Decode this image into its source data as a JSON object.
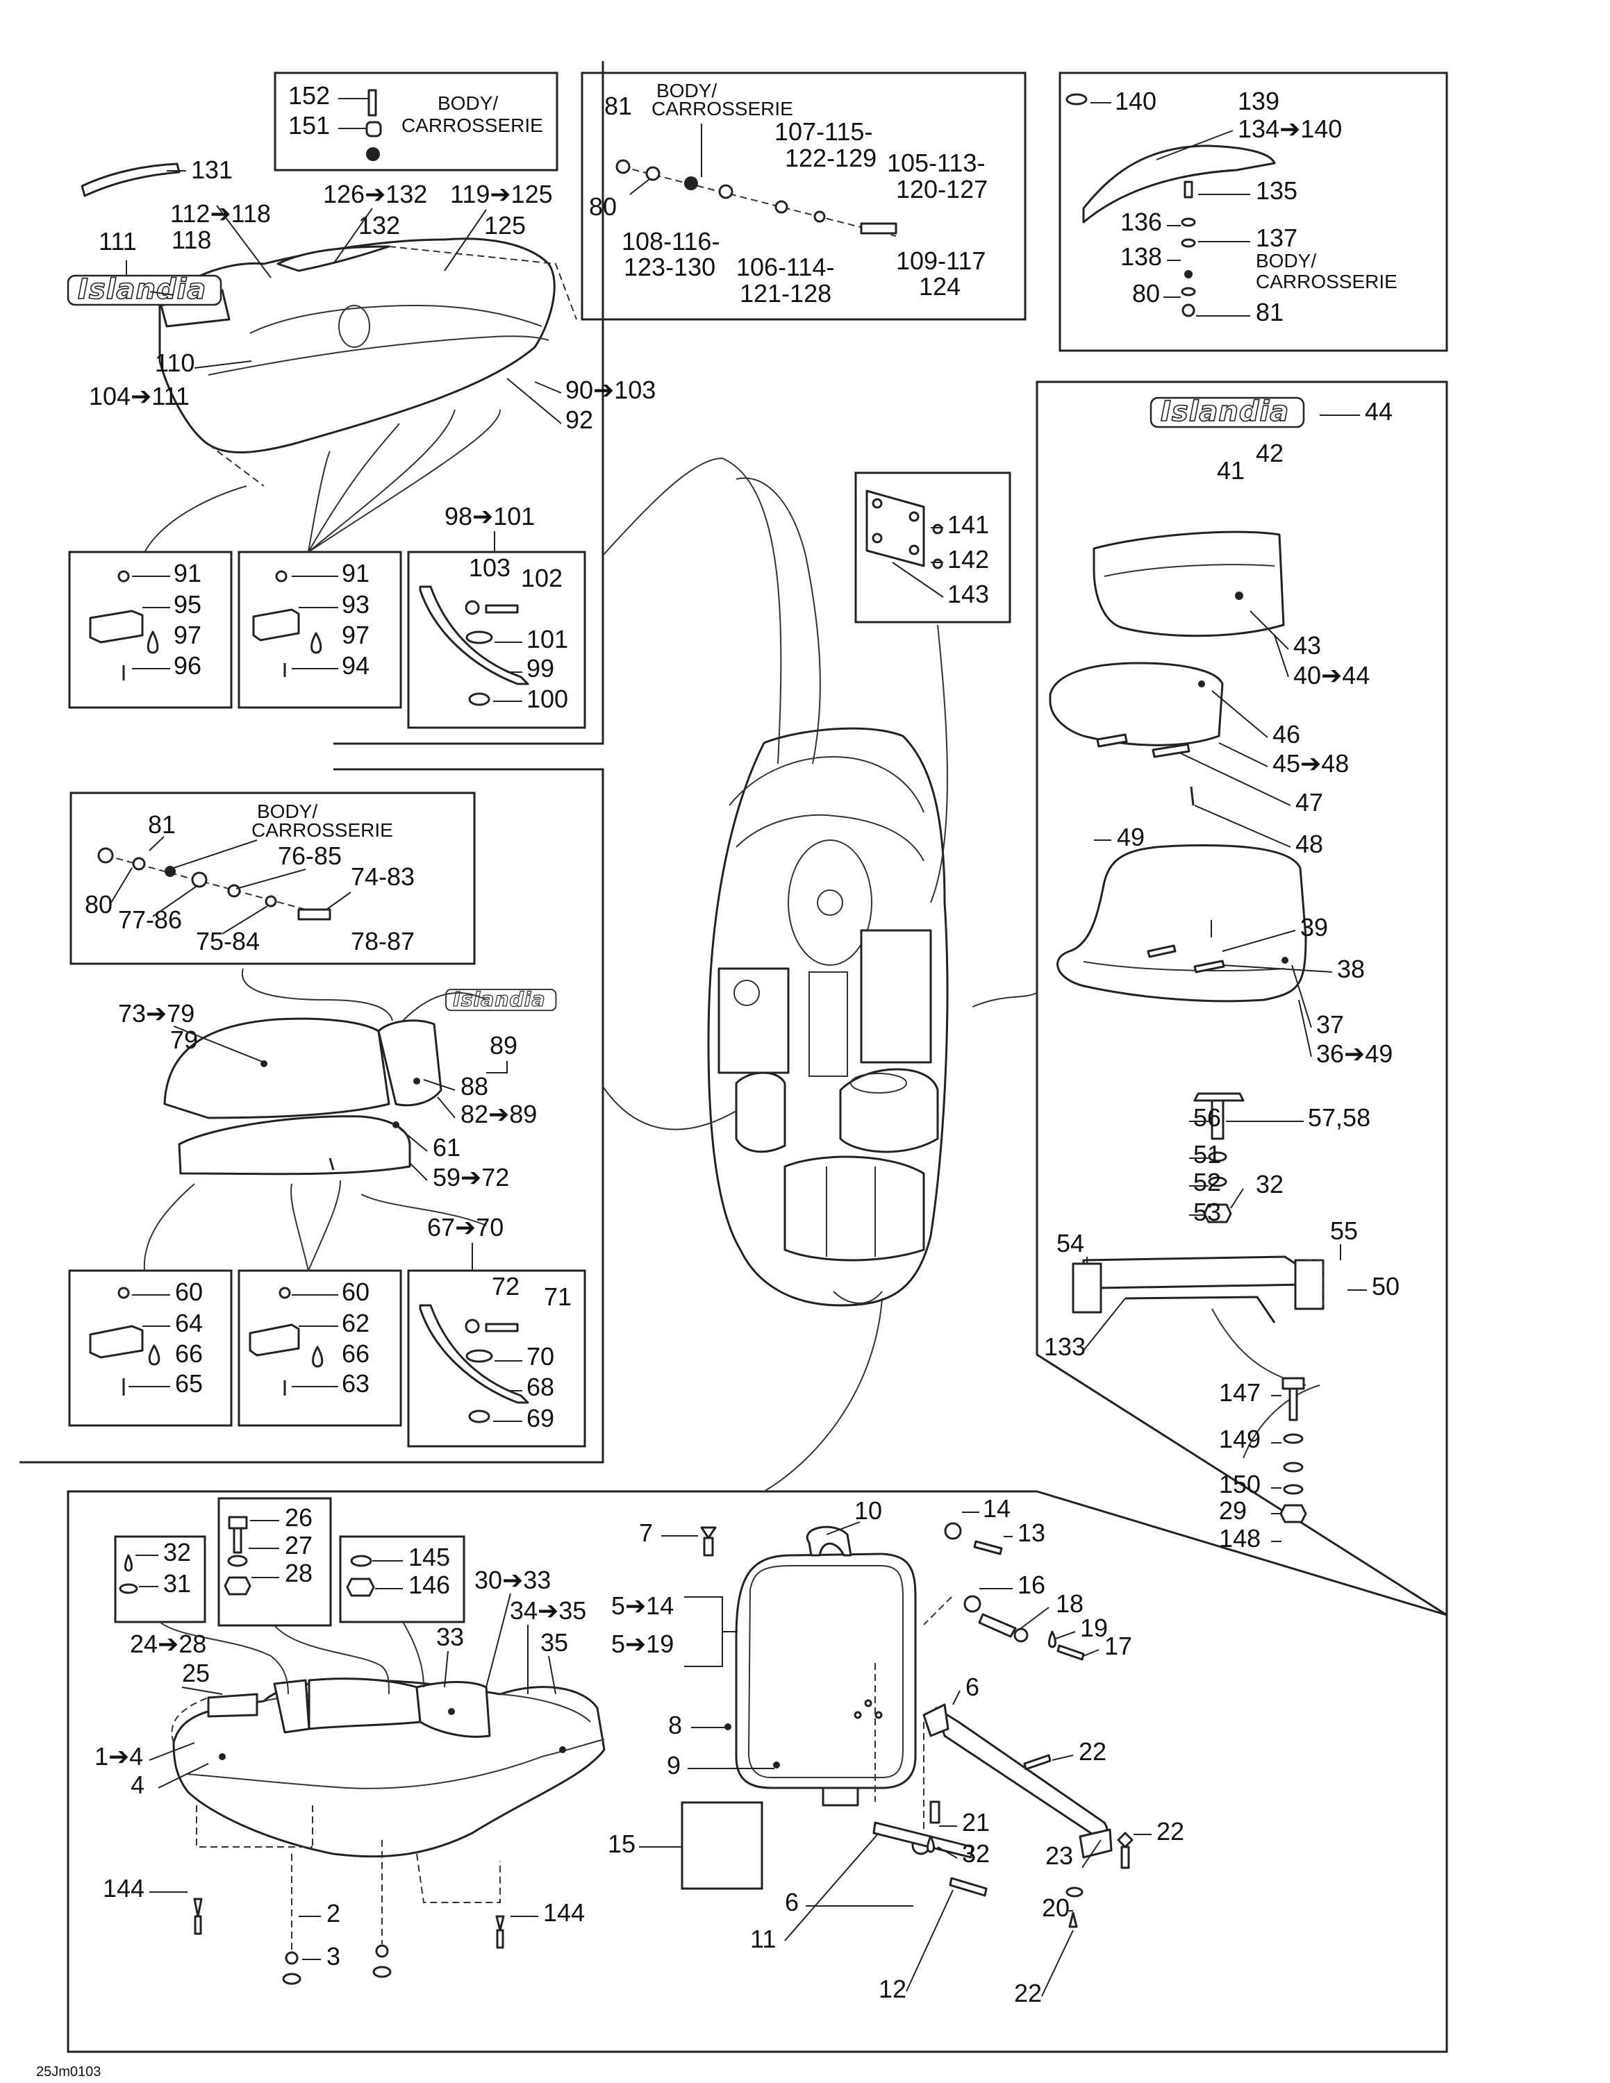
{
  "footer_code": "25Jm0103",
  "logo_text": "Islandia",
  "callouts": {
    "c152": "152",
    "c151": "151",
    "c_body1": "BODY/",
    "c_carr1": "CARROSSERIE",
    "c131": "131",
    "c126": "126➔132",
    "c119": "119➔125",
    "c132": "132",
    "c125": "125",
    "c112": "112➔118",
    "c118": "118",
    "c111": "111",
    "c110": "110",
    "c104": "104➔111",
    "c90": "90➔103",
    "c92": "92",
    "c98": "98➔101",
    "c91a": "91",
    "c95": "95",
    "c97a": "97",
    "c96": "96",
    "c91b": "91",
    "c93": "93",
    "c97b": "97",
    "c94": "94",
    "c103": "103",
    "c102": "102",
    "c101": "101",
    "c99": "99",
    "c100": "100",
    "c81a": "81",
    "c_body2": "BODY/",
    "c_carr2": "CARROSSERIE",
    "c107": "107-115-",
    "c107b": "122-129",
    "c105": "105-113-",
    "c105b": "120-127",
    "c80a": "80",
    "c108": "108-116-",
    "c108b": "123-130",
    "c106": "106-114-",
    "c106b": "121-128",
    "c109": "109-117",
    "c124": "124",
    "c140": "140",
    "c139": "139",
    "c134": "134➔140",
    "c135": "135",
    "c136": "136",
    "c137": "137",
    "c138": "138",
    "c_body3": "BODY/",
    "c_carr3": "CARROSSERIE",
    "c80b": "80",
    "c81b": "81",
    "c44": "44",
    "c42": "42",
    "c41": "41",
    "c43": "43",
    "c40": "40➔44",
    "c46": "46",
    "c45": "45➔48",
    "c47": "47",
    "c48": "48",
    "c49": "49",
    "c39": "39",
    "c38": "38",
    "c37": "37",
    "c36": "36➔49",
    "c56": "56",
    "c57": "57,58",
    "c51": "51",
    "c52": "52",
    "c53": "53",
    "c32a": "32",
    "c54": "54",
    "c55": "55",
    "c50": "50",
    "c133": "133",
    "c147": "147",
    "c149": "149",
    "c150": "150",
    "c29": "29",
    "c148": "148",
    "c141": "141",
    "c142": "142",
    "c143": "143",
    "c81c": "81",
    "c_body4": "BODY/",
    "c_carr4": "CARROSSERIE",
    "c76": "76-85",
    "c74": "74-83",
    "c80c": "80",
    "c77": "77-86",
    "c75": "75-84",
    "c78": "78-87",
    "c73": "73➔79",
    "c79": "79",
    "c89": "89",
    "c88": "88",
    "c82": "82➔89",
    "c61": "61",
    "c59": "59➔72",
    "c67": "67➔70",
    "c60a": "60",
    "c64": "64",
    "c66a": "66",
    "c65": "65",
    "c60b": "60",
    "c62": "62",
    "c66b": "66",
    "c63": "63",
    "c72": "72",
    "c71": "71",
    "c70": "70",
    "c68": "68",
    "c69": "69",
    "c26": "26",
    "c27": "27",
    "c28": "28",
    "c32b": "32",
    "c31": "31",
    "c145": "145",
    "c146": "146",
    "c30": "30➔33",
    "c34": "34➔35",
    "c24": "24➔28",
    "c25": "25",
    "c33": "33",
    "c35": "35",
    "c1": "1➔4",
    "c4": "4",
    "c144a": "144",
    "c2": "2",
    "c3": "3",
    "c144b": "144",
    "c7": "7",
    "c10": "10",
    "c14": "14",
    "c13": "13",
    "c5a": "5➔14",
    "c5b": "5➔19",
    "c16": "16",
    "c18": "18",
    "c19": "19",
    "c17": "17",
    "c8": "8",
    "c6a": "6",
    "c9": "9",
    "c22a": "22",
    "c15": "15",
    "c21": "21",
    "c32c": "32",
    "c23": "23",
    "c22b": "22",
    "c6b": "6",
    "c11": "11",
    "c20": "20",
    "c12": "12",
    "c22c": "22"
  }
}
